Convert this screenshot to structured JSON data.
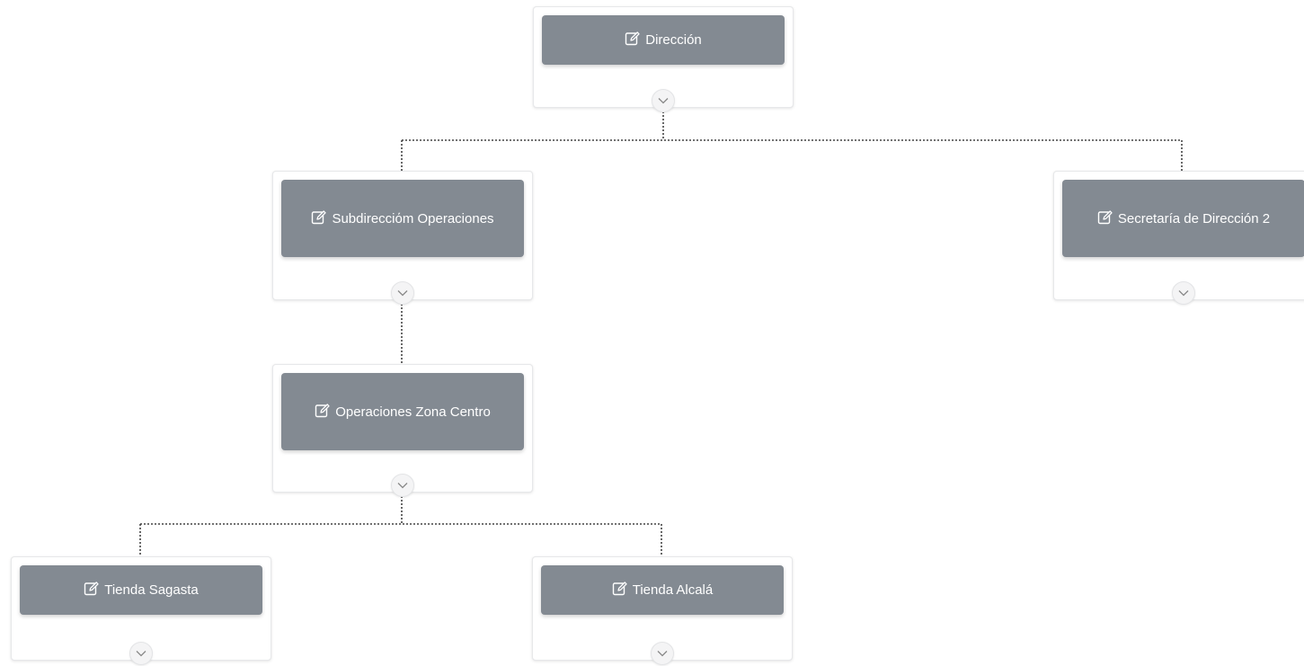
{
  "org_chart": {
    "nodes": [
      {
        "id": "direccion",
        "label": "Dirección",
        "icon": "edit-icon",
        "toggle_icon": "chevron-down-icon"
      },
      {
        "id": "subdireccion",
        "label": "Subdirecciόm Operaciones",
        "icon": "edit-icon",
        "toggle_icon": "chevron-down-icon"
      },
      {
        "id": "secretaria",
        "label": "Secretaría de Dirección 2",
        "icon": "edit-icon",
        "toggle_icon": "chevron-down-icon"
      },
      {
        "id": "zona-centro",
        "label": "Operaciones Zona Centro",
        "icon": "edit-icon",
        "toggle_icon": "chevron-down-icon"
      },
      {
        "id": "sagasta",
        "label": "Tienda Sagasta",
        "icon": "edit-icon",
        "toggle_icon": "chevron-down-icon"
      },
      {
        "id": "alcala",
        "label": "Tienda Alcalá",
        "icon": "edit-icon",
        "toggle_icon": "chevron-down-icon"
      }
    ],
    "connections": [
      [
        "direccion",
        "subdireccion"
      ],
      [
        "direccion",
        "secretaria"
      ],
      [
        "subdireccion",
        "zona-centro"
      ],
      [
        "zona-centro",
        "sagasta"
      ],
      [
        "zona-centro",
        "alcala"
      ]
    ]
  },
  "colors": {
    "header_bg": "#838a92",
    "header_text": "#ffffff",
    "connector": "#444444"
  }
}
